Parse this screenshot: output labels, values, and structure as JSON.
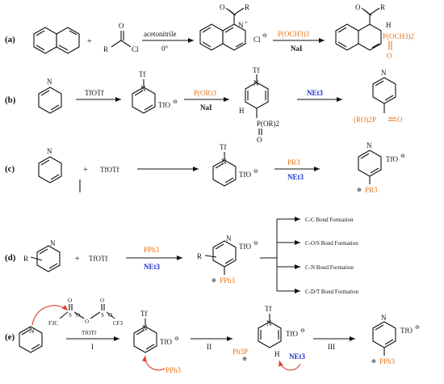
{
  "colors": {
    "orange": "#e8751a",
    "blue": "#1f2fd1",
    "red": "#e23a2a",
    "black": "#111111"
  },
  "rows": {
    "a": {
      "label": "(a)",
      "plus": "+",
      "reagent_top": "acetonitrile",
      "reagent_bottom": "0°",
      "r_group": "R",
      "cl": "Cl",
      "o": "O",
      "n_plus": "N",
      "cl_minus": "Cl",
      "step2_top": "P(OCH3)3",
      "step2_bottom": "NaI",
      "h": "H",
      "p_group": "P(OCH3)2",
      "p_o": "O"
    },
    "b": {
      "label": "(b)",
      "n": "N",
      "reagent1": "TfOTf",
      "tf": "Tf",
      "tfo": "TfO",
      "step2_top": "P(OR)3",
      "step2_bottom": "NaI",
      "h": "H",
      "p_group": "P(OR)2",
      "p_o": "O",
      "step3": "NEt3",
      "product_group": "(RO)2P",
      "product_o": "O"
    },
    "c": {
      "label": "(c)",
      "n": "N",
      "plus": "+",
      "reagent1": "TfOTf",
      "tf": "Tf",
      "tfo": "TfO",
      "step2_top": "PR3",
      "step2_bottom": "NEt3",
      "product_p": "PR3"
    },
    "d": {
      "label": "(d)",
      "r": "R",
      "n": "N",
      "plus": "+",
      "reagent1": "TfOTf",
      "step_top": "PPh3",
      "step_bottom": "NEt3",
      "product_p": "PPh3",
      "tfo": "TfO",
      "outcomes": [
        "C-C Bond Formation",
        "C-O/S Bond Formation",
        "C-N Bond Formation",
        "C-D/T Bond Formation"
      ]
    },
    "e": {
      "label": "(e)",
      "n": "N",
      "tf_label_top": "TfOTf",
      "step1": "I",
      "step2": "II",
      "step3": "III",
      "cf3_left": "F3C",
      "cf3_right": "CF3",
      "s": "S",
      "o": "O",
      "tf": "Tf",
      "tfo": "TfO",
      "pph3": "PPh3",
      "ph3p": "Ph3P",
      "h": "H",
      "net3": "NEt3",
      "product_p": "PPh3"
    }
  }
}
